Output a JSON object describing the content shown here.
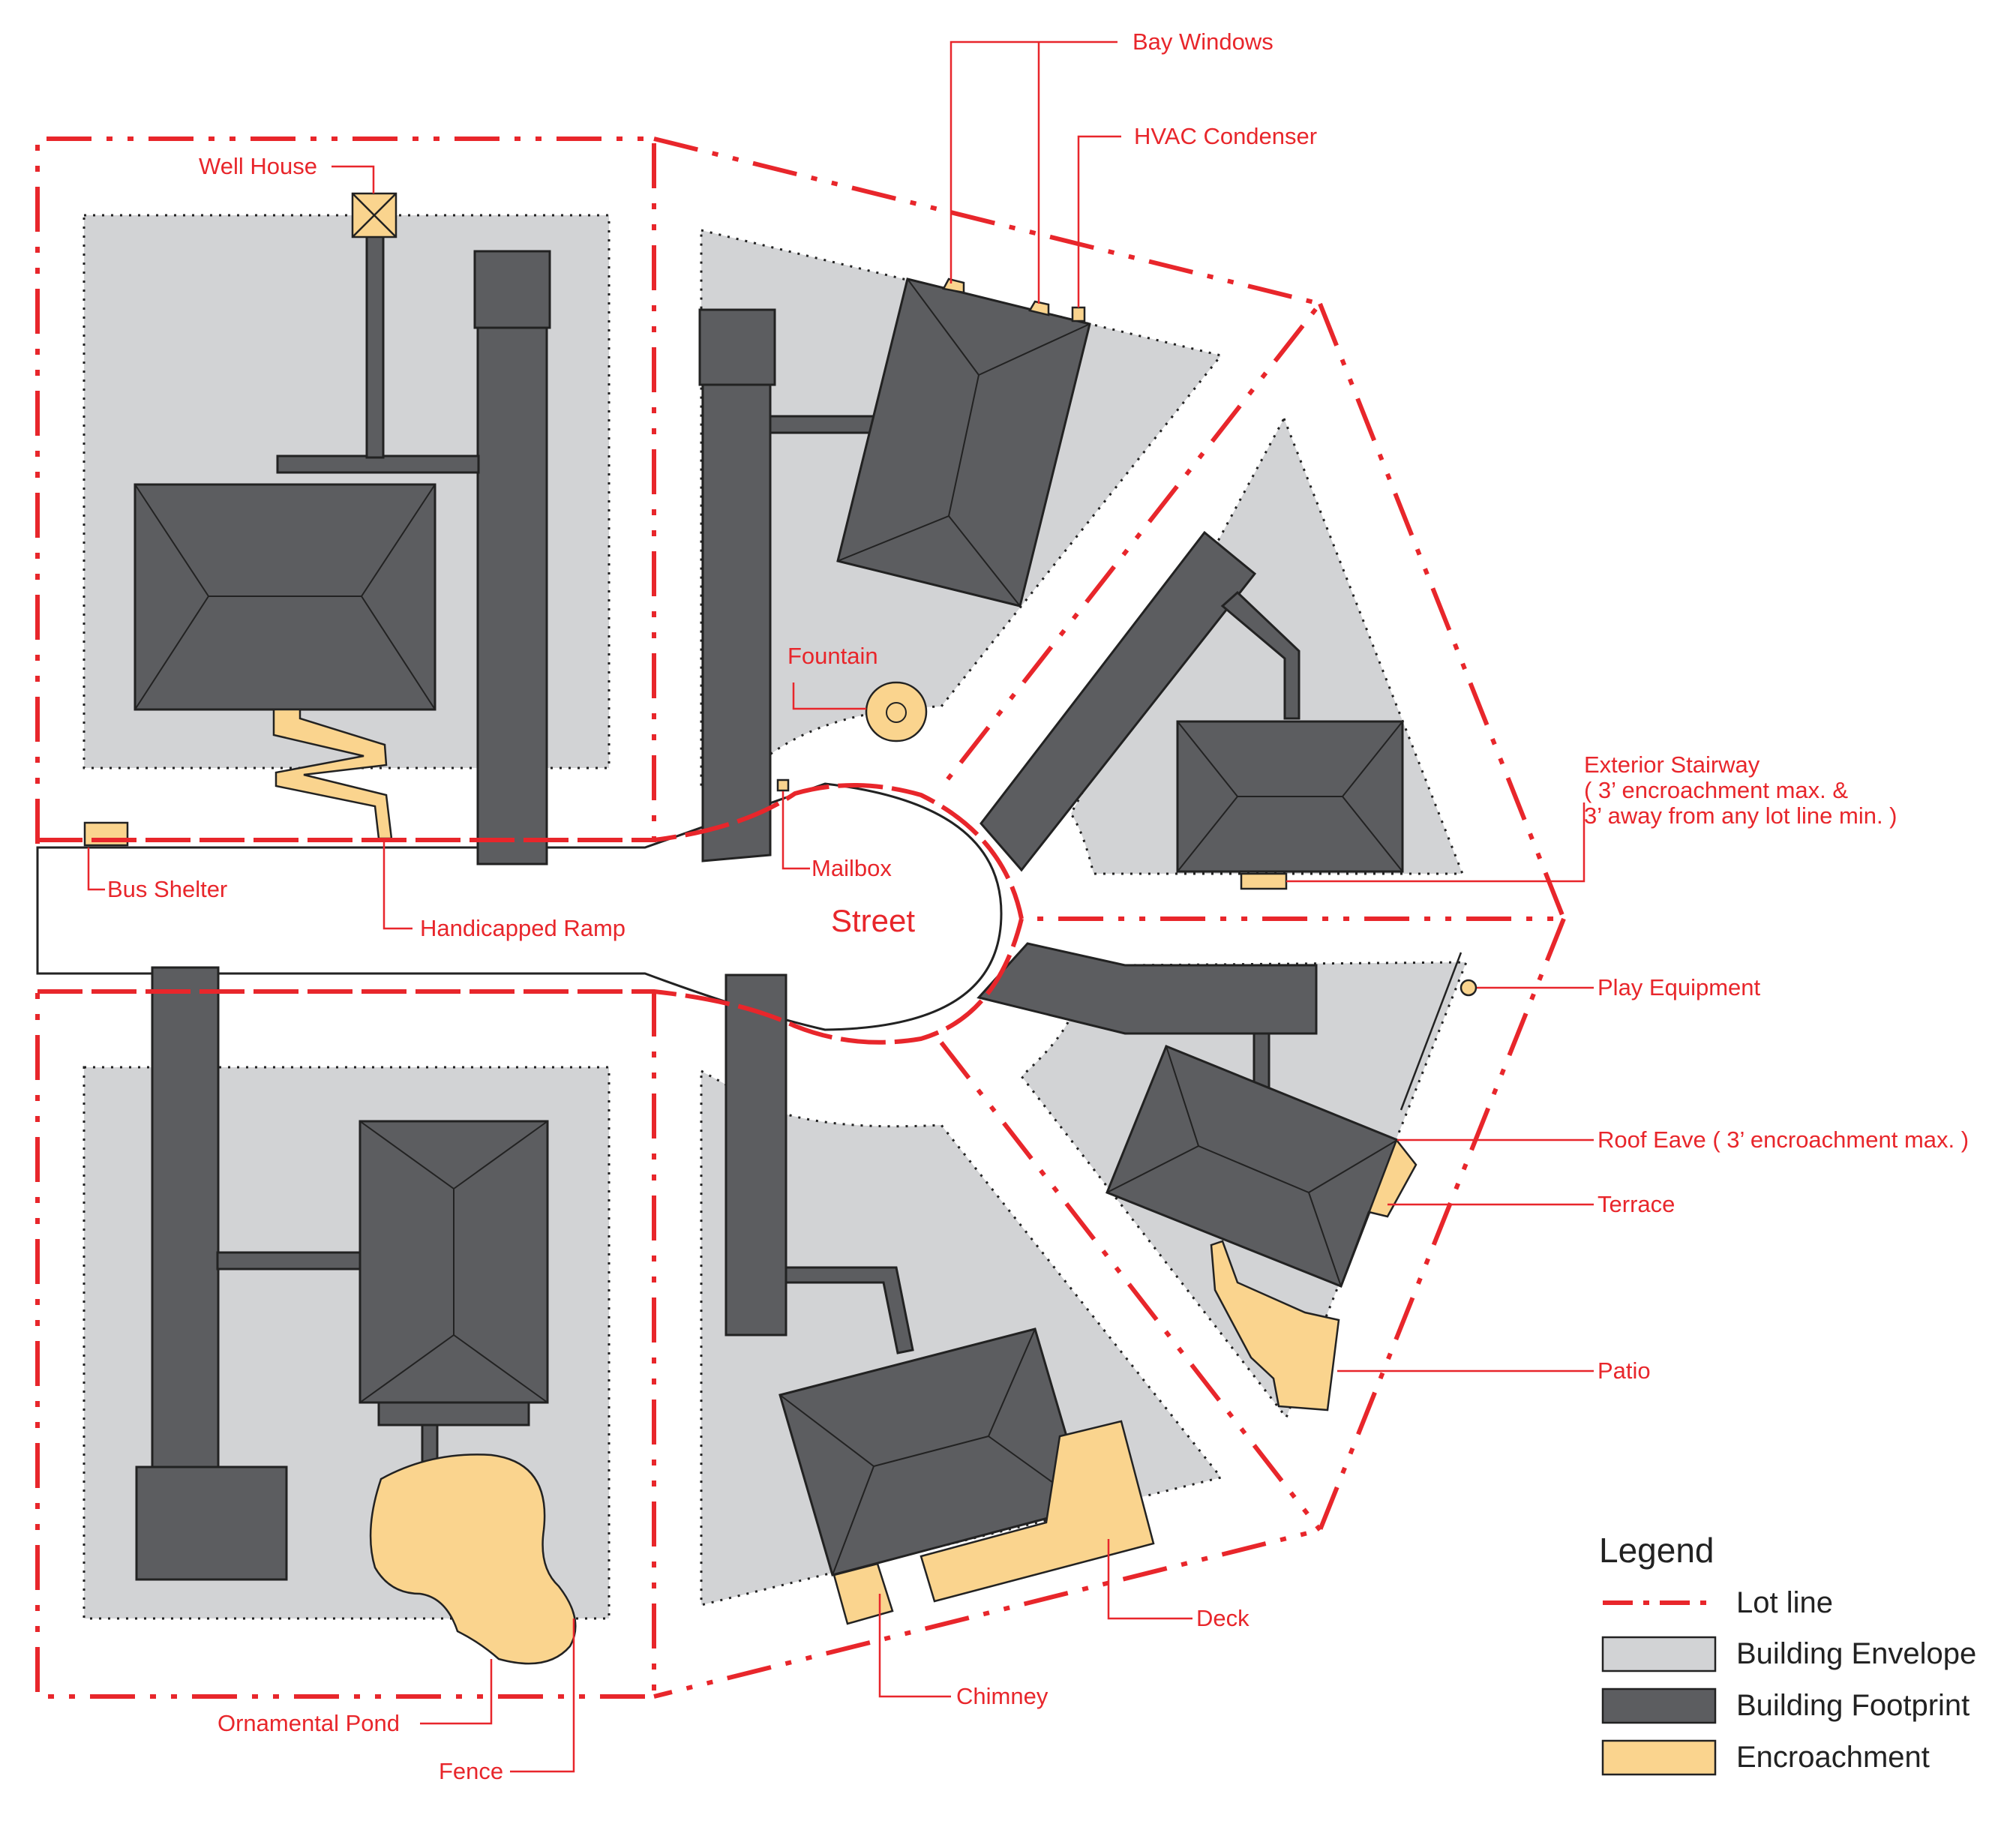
{
  "diagram": {
    "street_label": "Street",
    "callouts": [
      "Bay Windows",
      "HVAC Condenser",
      "Well House",
      "Fountain",
      "Exterior Stairway",
      "(   3’ encroachment max. &",
      "    3’ away from any lot line min. )",
      "Mailbox",
      "Bus Shelter",
      "Handicapped Ramp",
      "Play Equipment",
      "Roof Eave ( 3’ encroachment max. )",
      "Terrace",
      "Patio",
      "Deck",
      "Chimney",
      "Ornamental Pond",
      "Fence"
    ]
  },
  "legend": {
    "title": "Legend",
    "items": [
      {
        "label": "Lot line",
        "kind": "line",
        "color": "#e8262b"
      },
      {
        "label": "Building Envelope",
        "kind": "box",
        "color": "#d2d3d5"
      },
      {
        "label": "Building Footprint",
        "kind": "box",
        "color": "#5c5d60"
      },
      {
        "label": "Encroachment",
        "kind": "box",
        "color": "#fad48e"
      }
    ]
  },
  "colors": {
    "lot_line": "#e8262b",
    "envelope": "#d2d3d5",
    "footprint": "#5c5d60",
    "encroachment": "#fad48e",
    "callout_text": "#e8262b"
  }
}
